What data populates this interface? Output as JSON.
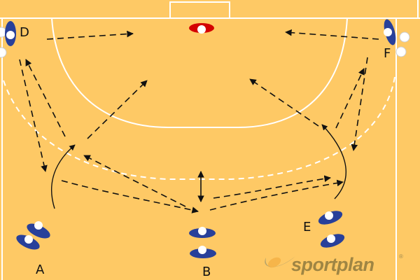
{
  "diagram": {
    "background_color": "#fec965",
    "line_color": "#ffffff",
    "team_color": "#28409a",
    "goalkeeper_color": "#d40000",
    "arrow_color": "#111111"
  },
  "players": {
    "A": {
      "label": "A"
    },
    "B": {
      "label": "B"
    },
    "D": {
      "label": "D"
    },
    "E": {
      "label": "E"
    },
    "F": {
      "label": "F"
    }
  },
  "logo": {
    "text": "sportplan",
    "registered": "®"
  }
}
